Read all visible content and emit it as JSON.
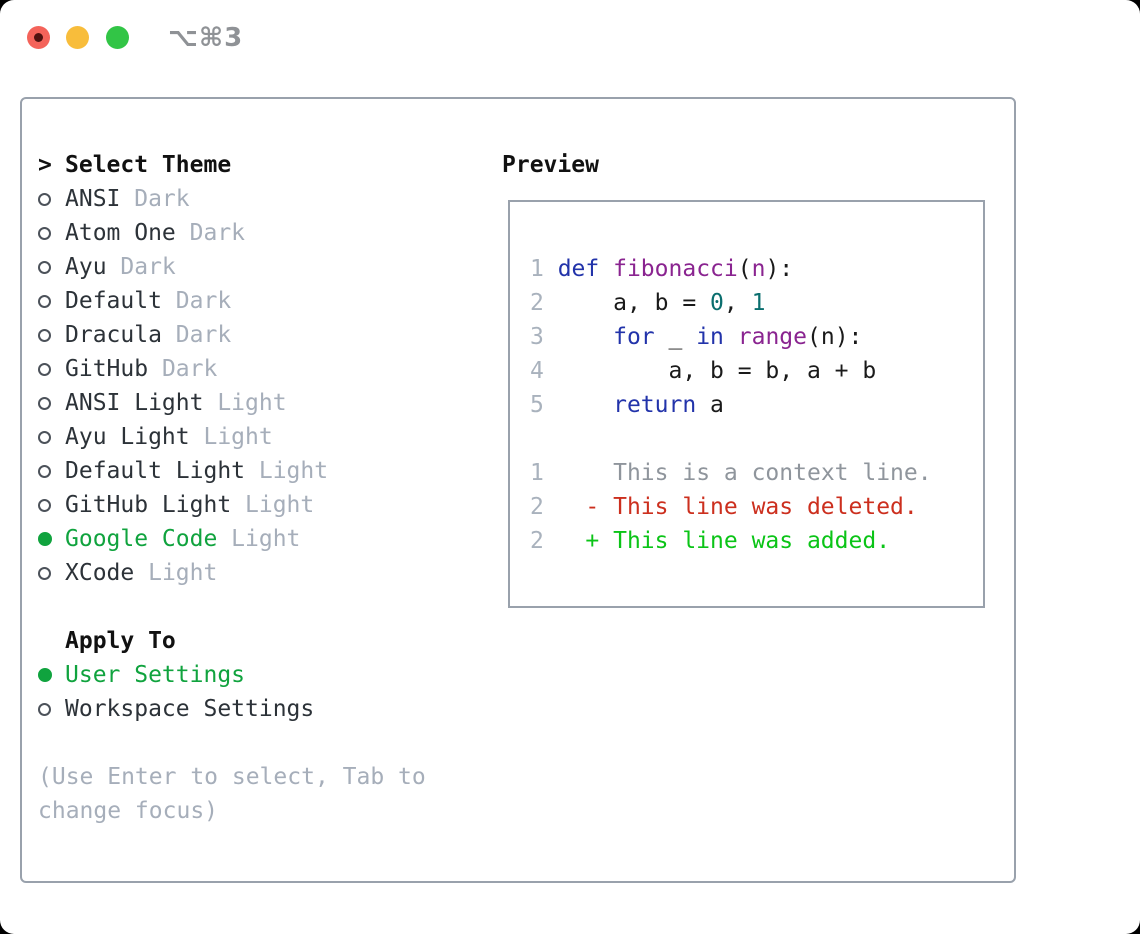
{
  "window": {
    "title": "⌥⌘3",
    "traffic_lights": [
      "close",
      "minimize",
      "zoom"
    ]
  },
  "colors": {
    "accent_green": "#10a33e",
    "tag_gray": "#a6aeba",
    "border_gray": "#99a1ac",
    "keyword_blue": "#2233aa",
    "function_purple": "#8a2490",
    "literal_teal": "#0a6e6e",
    "deleted_red": "#cc2f1e",
    "added_green": "#0bc417",
    "traffic_red": "#f4635a",
    "traffic_yellow": "#f8bd3b",
    "traffic_green": "#32c546"
  },
  "theme_panel": {
    "header_marker": ">",
    "header_label": "Select Theme",
    "themes": [
      {
        "name": "ANSI",
        "tag": "Dark",
        "selected": false
      },
      {
        "name": "Atom One",
        "tag": "Dark",
        "selected": false
      },
      {
        "name": "Ayu",
        "tag": "Dark",
        "selected": false
      },
      {
        "name": "Default",
        "tag": "Dark",
        "selected": false
      },
      {
        "name": "Dracula",
        "tag": "Dark",
        "selected": false
      },
      {
        "name": "GitHub",
        "tag": "Dark",
        "selected": false
      },
      {
        "name": "ANSI Light",
        "tag": "Light",
        "selected": false
      },
      {
        "name": "Ayu Light",
        "tag": "Light",
        "selected": false
      },
      {
        "name": "Default Light",
        "tag": "Light",
        "selected": false
      },
      {
        "name": "GitHub Light",
        "tag": "Light",
        "selected": false
      },
      {
        "name": "Google Code",
        "tag": "Light",
        "selected": true
      },
      {
        "name": "XCode",
        "tag": "Light",
        "selected": false
      }
    ],
    "apply_to_label": "Apply To",
    "apply_options": [
      {
        "name": "User Settings",
        "selected": true
      },
      {
        "name": "Workspace Settings",
        "selected": false
      }
    ],
    "hint": "(Use Enter to select, Tab to change focus)"
  },
  "preview": {
    "label": "Preview",
    "lines": [
      [
        {
          "t": "1 ",
          "c": "ln"
        },
        {
          "t": "def",
          "c": "kw"
        },
        {
          "t": " ",
          "c": "plain"
        },
        {
          "t": "fibonacci",
          "c": "fn"
        },
        {
          "t": "(",
          "c": "plain"
        },
        {
          "t": "n",
          "c": "fn"
        },
        {
          "t": "):",
          "c": "plain"
        }
      ],
      [
        {
          "t": "2 ",
          "c": "ln"
        },
        {
          "t": "    a, b = ",
          "c": "plain"
        },
        {
          "t": "0",
          "c": "lit"
        },
        {
          "t": ", ",
          "c": "plain"
        },
        {
          "t": "1",
          "c": "lit"
        }
      ],
      [
        {
          "t": "3 ",
          "c": "ln"
        },
        {
          "t": "    ",
          "c": "plain"
        },
        {
          "t": "for",
          "c": "kw"
        },
        {
          "t": " _ ",
          "c": "plain"
        },
        {
          "t": "in",
          "c": "kw"
        },
        {
          "t": " ",
          "c": "plain"
        },
        {
          "t": "range",
          "c": "fn"
        },
        {
          "t": "(n):",
          "c": "plain"
        }
      ],
      [
        {
          "t": "4 ",
          "c": "ln"
        },
        {
          "t": "        a, b = b, a + b",
          "c": "plain"
        }
      ],
      [
        {
          "t": "5 ",
          "c": "ln"
        },
        {
          "t": "    ",
          "c": "plain"
        },
        {
          "t": "return",
          "c": "kw"
        },
        {
          "t": " a",
          "c": "plain"
        }
      ],
      [],
      [
        {
          "t": "1",
          "c": "ln"
        },
        {
          "t": "     ",
          "c": "plain"
        },
        {
          "t": "This is a context line.",
          "c": "ctx"
        }
      ],
      [
        {
          "t": "2",
          "c": "ln"
        },
        {
          "t": "   ",
          "c": "plain"
        },
        {
          "t": "- This line was deleted.",
          "c": "del"
        }
      ],
      [
        {
          "t": "2",
          "c": "ln"
        },
        {
          "t": "   ",
          "c": "plain"
        },
        {
          "t": "+ This line was added.",
          "c": "add"
        }
      ]
    ]
  }
}
